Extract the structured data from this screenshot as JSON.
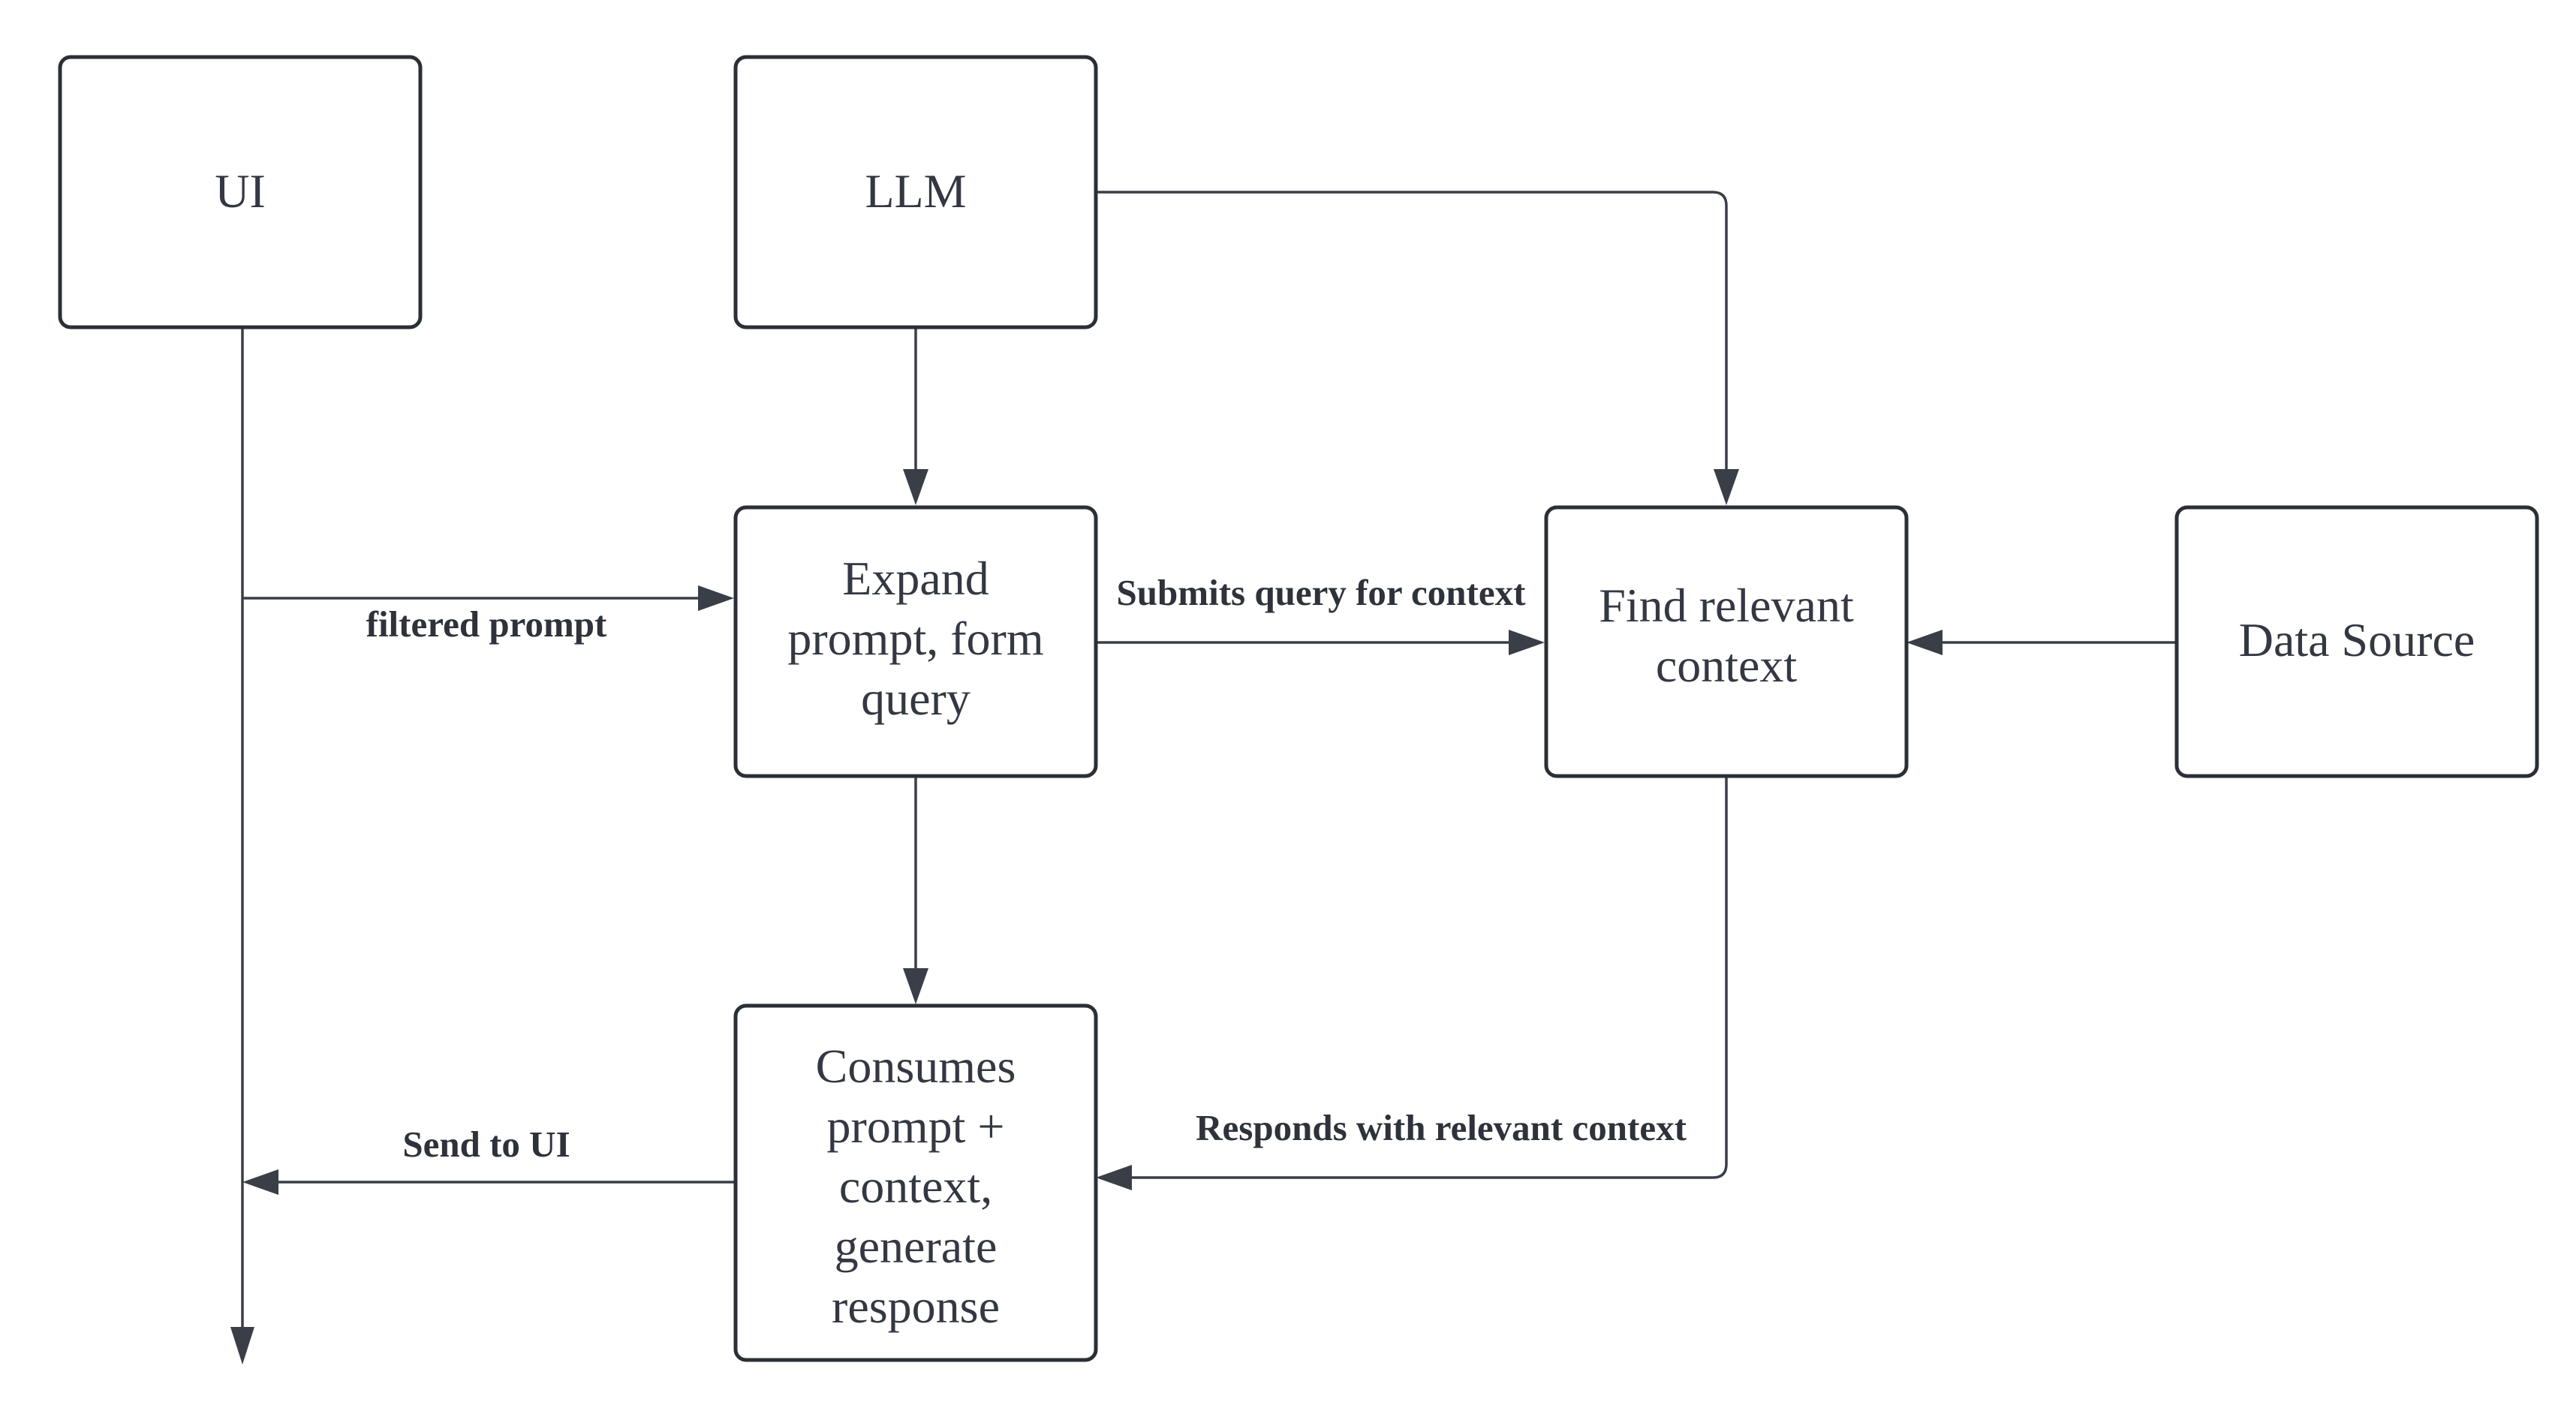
{
  "nodes": {
    "ui": {
      "label": "UI"
    },
    "llm": {
      "label": "LLM"
    },
    "expand": {
      "lines": [
        "Expand",
        "prompt, form",
        "query"
      ]
    },
    "find": {
      "lines": [
        "Find relevant",
        "context"
      ]
    },
    "datasource": {
      "label": "Data Source"
    },
    "consumes": {
      "lines": [
        "Consumes",
        "prompt +",
        "context,",
        "generate",
        "response"
      ]
    }
  },
  "edges": {
    "filtered_prompt": "filtered prompt",
    "submits_query": "Submits query for context",
    "responds_context": "Responds with relevant context",
    "send_to_ui": "Send to UI"
  },
  "colors": {
    "stroke": "#2b2f36",
    "text": "#333842",
    "background": "#ffffff"
  }
}
